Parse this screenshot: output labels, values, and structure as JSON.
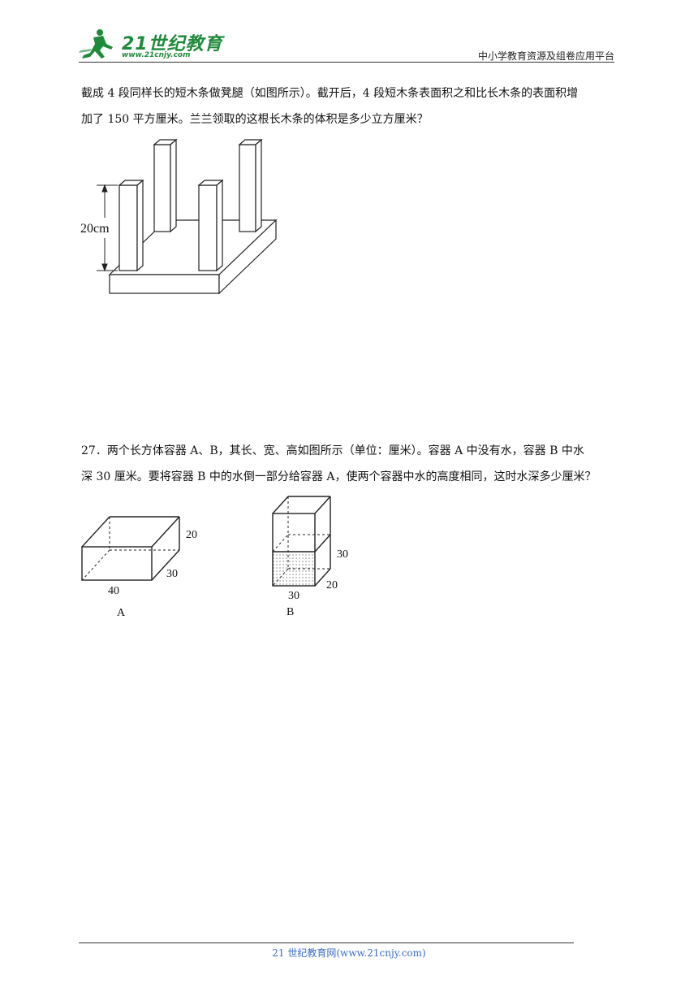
{
  "header": {
    "logo_text": "21世纪教育",
    "logo_url": "www.21cnjy.com",
    "platform": "中小学教育资源及组卷应用平台"
  },
  "q26": {
    "line1": "截成 4 段同样长的短木条做凳腿（如图所示）。截开后，4 段短木条表面积之和比长木条的表面积增",
    "line2": "加了 150 平方厘米。兰兰领取的这根长木条的体积是多少立方厘米？",
    "figure_label": "20cm"
  },
  "q27": {
    "line1": "27．两个长方体容器 A、B，其长、宽、高如图所示（单位：厘米）。容器 A 中没有水，容器 B 中水",
    "line2": "深 30 厘米。要将容器 B 中的水倒一部分给容器 A，使两个容器中水的高度相同，这时水深多少厘米？",
    "box_a": {
      "height": "20",
      "width": "30",
      "length": "40",
      "name": "A"
    },
    "box_b": {
      "water": "30",
      "width": "20",
      "length": "30",
      "name": "B"
    }
  },
  "footer": {
    "text": "21 世纪教育网(www.21cnjy.com)"
  }
}
